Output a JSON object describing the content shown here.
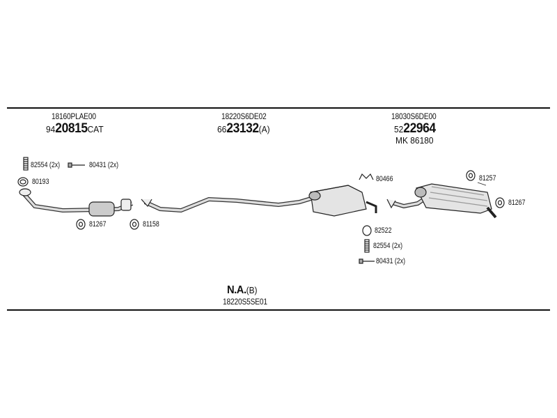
{
  "groups": [
    {
      "oem": "18160PLAE00",
      "num_prefix": "94",
      "num_main": "20815",
      "num_suffix": "CAT"
    },
    {
      "oem": "18220S6DE02",
      "num_prefix": "66",
      "num_main": "23132",
      "num_suffix": "(A)"
    },
    {
      "oem": "18030S6DE00",
      "num_prefix": "52",
      "num_main": "22964",
      "num_suffix": "",
      "extra": "MK  86180"
    }
  ],
  "parts": [
    {
      "label": "82554 (2x)"
    },
    {
      "label": "80431 (2x)"
    },
    {
      "label": "80193"
    },
    {
      "label": "81267"
    },
    {
      "label": "81158"
    },
    {
      "label": "80466"
    },
    {
      "label": "82522"
    },
    {
      "label": "82554 (2x)"
    },
    {
      "label": "80431 (2x)"
    },
    {
      "label": "81257"
    },
    {
      "label": "81267"
    }
  ],
  "bottom": {
    "na_main": "N.A.",
    "na_suffix": "(B)",
    "oem": "18220S5SE01"
  }
}
